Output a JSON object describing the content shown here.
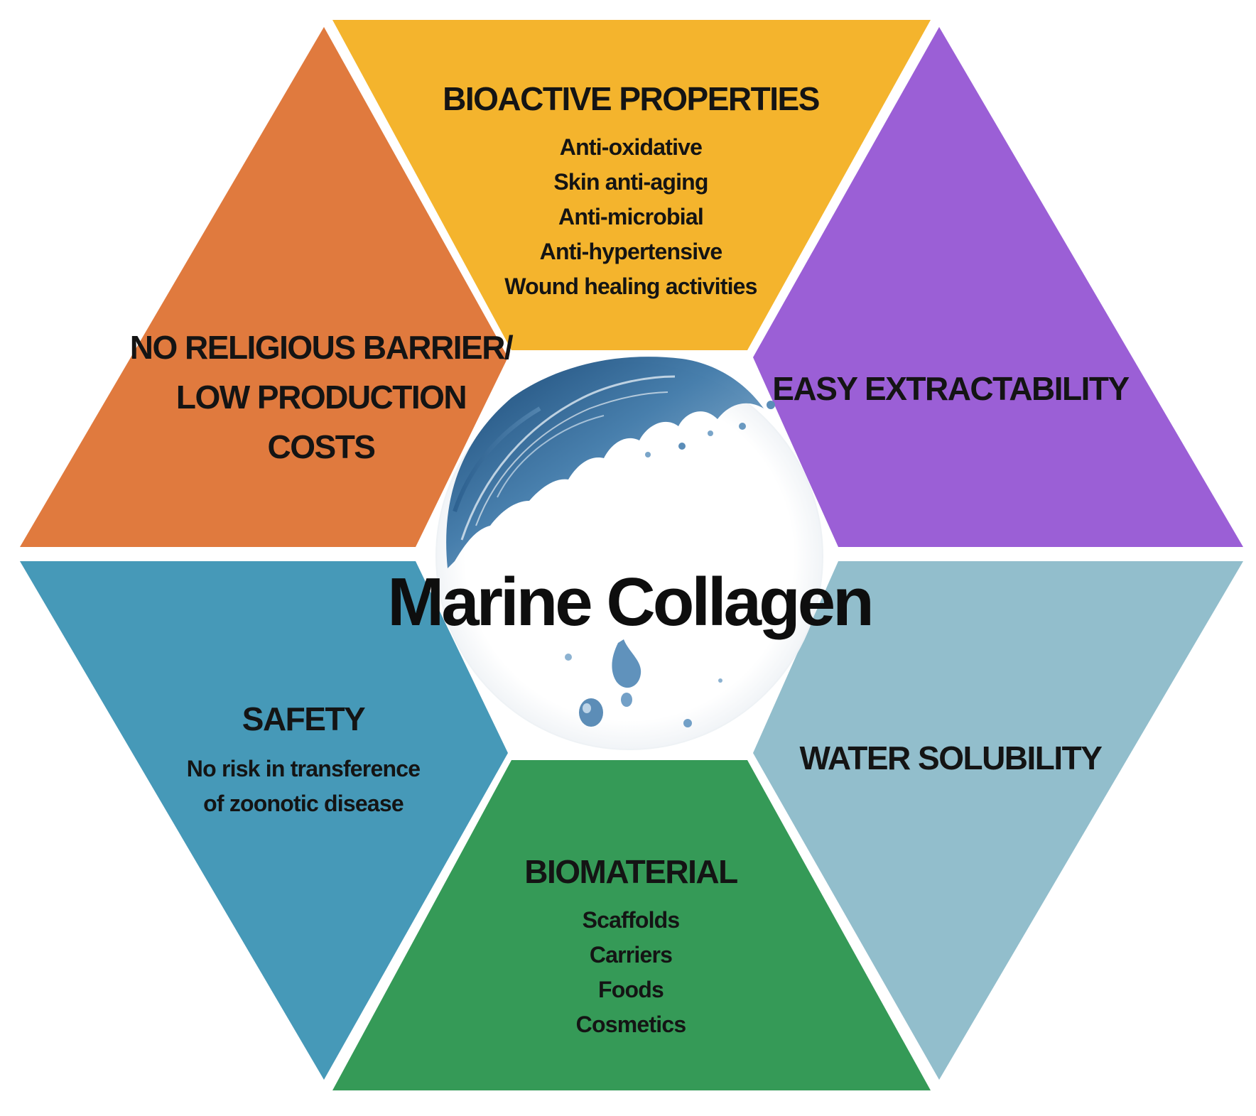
{
  "center": {
    "title": "Marine Collagen"
  },
  "segments": {
    "bioactive": {
      "title": "BIOACTIVE PROPERTIES",
      "items": [
        "Anti-oxidative",
        "Skin anti-aging",
        "Anti-microbial",
        "Anti-hypertensive",
        "Wound healing activities"
      ],
      "color": "#F4B42D"
    },
    "extractability": {
      "title": "EASY EXTRACTABILITY",
      "color": "#9B5FD6"
    },
    "solubility": {
      "title": "WATER SOLUBILITY",
      "color": "#92BECC"
    },
    "biomaterial": {
      "title": "BIOMATERIAL",
      "items": [
        "Scaffolds",
        "Carriers",
        "Foods",
        "Cosmetics"
      ],
      "color": "#359A57"
    },
    "safety": {
      "title": "SAFETY",
      "items": [
        "No risk in  transference",
        "of zoonotic disease"
      ],
      "color": "#4699B8"
    },
    "religious": {
      "title_lines": [
        "NO RELIGIOUS BARRIER/",
        "LOW PRODUCTION",
        "COSTS"
      ],
      "color": "#E07A3E"
    }
  }
}
